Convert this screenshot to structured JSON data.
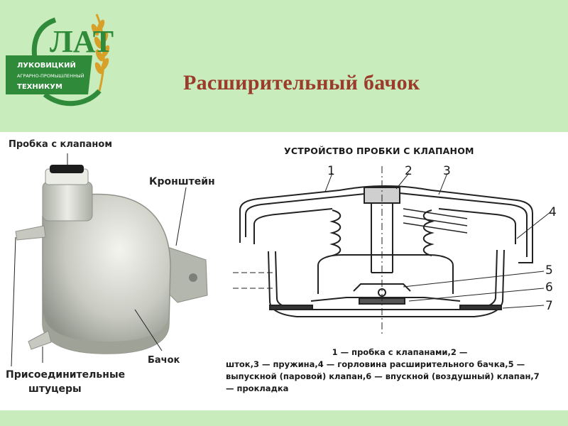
{
  "slide": {
    "title": "Расширительный бачок"
  },
  "logo": {
    "monogram": "ЛАТ",
    "line1": "ЛУКОВИЦКИЙ",
    "line2": "АГРАРНО-ПРОМЫШЛЕННЫЙ",
    "line3": "ТЕХНИКУМ",
    "colors": {
      "green": "#2f8a3a",
      "gold": "#d9a028",
      "orange": "#e07a1c"
    }
  },
  "photo": {
    "labels": {
      "cap": "Пробка с клапаном",
      "bracket": "Кронштейн",
      "tank": "Бачок",
      "fittings_1": "Присоединительные",
      "fittings_2": "штуцеры"
    }
  },
  "diagram": {
    "title": "УСТРОЙСТВО ПРОБКИ С КЛАПАНОМ",
    "numbers": [
      "1",
      "2",
      "3",
      "4",
      "5",
      "6",
      "7"
    ],
    "caption": {
      "line1": "1 — пробка с клапанами,2 —",
      "line2": "шток,3 — пружина,4 — горловина расширительного бачка,5 —",
      "line3": "выпускной (паровой) клапан,6 — впускной (воздушный) клапан,7",
      "line4": "— прокладка"
    }
  }
}
